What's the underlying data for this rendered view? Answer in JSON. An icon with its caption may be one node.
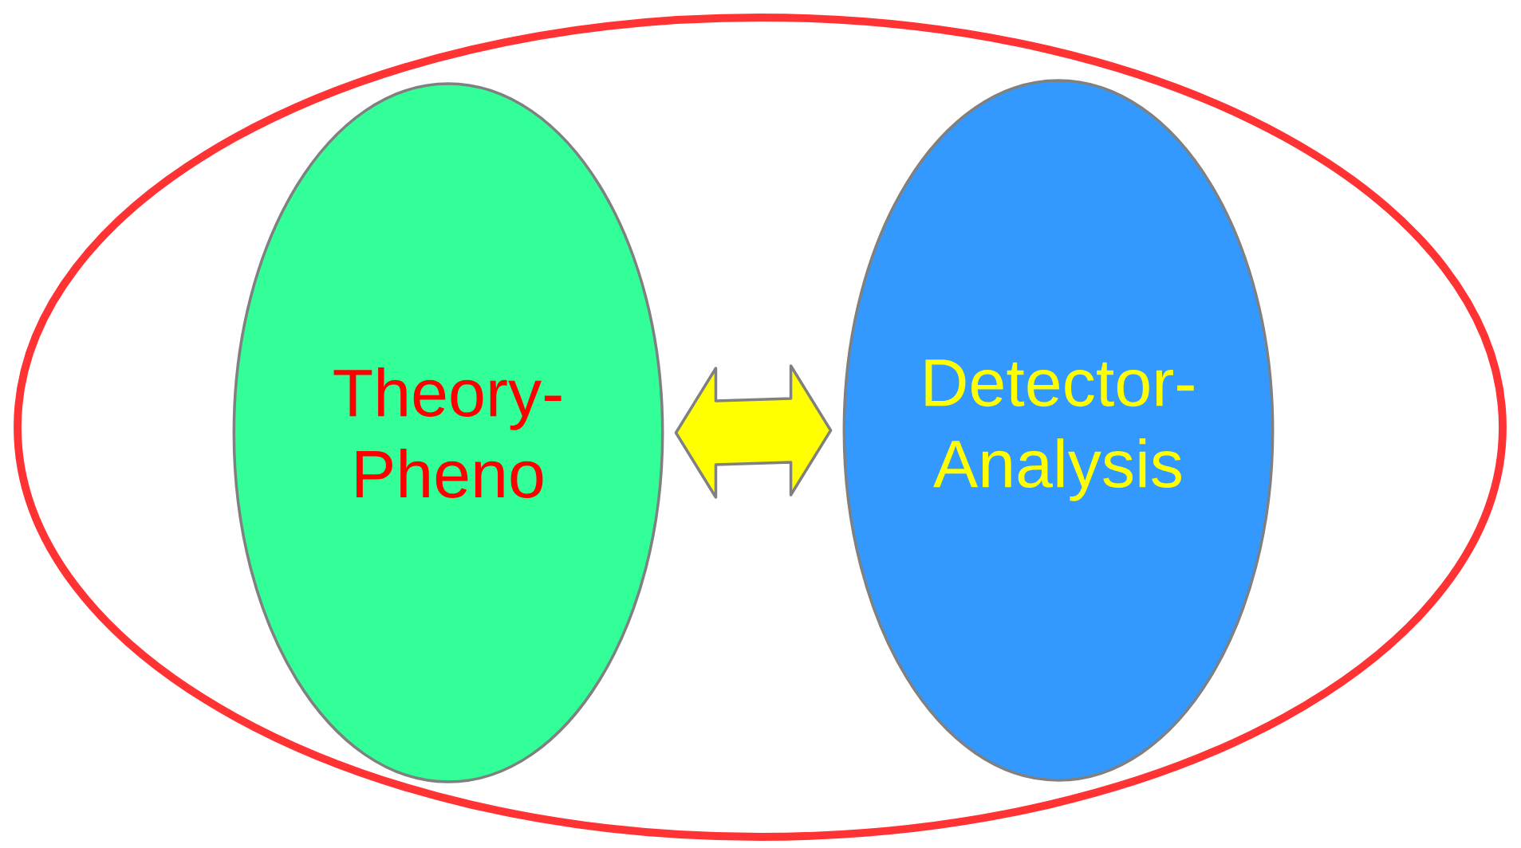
{
  "diagram": {
    "nodes": [
      {
        "text": [],
        "shape": "ellipse"
      },
      {
        "text": [
          "Theory- Pheno"
        ],
        "in": 0
      },
      {
        "text": [
          "Detector- Analysis"
        ],
        "in": 0
      }
    ],
    "edges": [
      {
        "from": 1,
        "to": 2,
        "arrow": "both"
      }
    ]
  }
}
